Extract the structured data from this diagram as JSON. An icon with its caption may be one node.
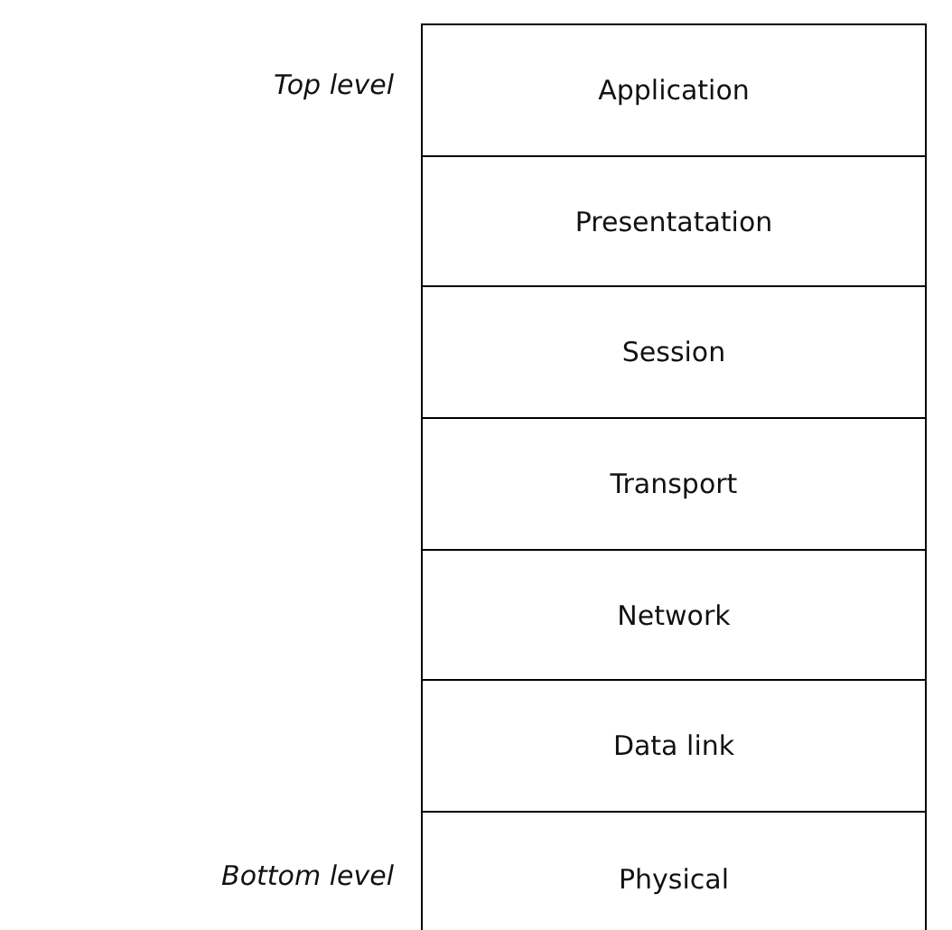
{
  "diagram": {
    "nodes": [
      {
        "text": [
          "Application"
        ]
      },
      {
        "text": [
          "Presentatation"
        ]
      },
      {
        "text": [
          "Session"
        ]
      },
      {
        "text": [
          "Transport"
        ]
      },
      {
        "text": [
          "Network"
        ]
      },
      {
        "text": [
          "Data link"
        ]
      },
      {
        "text": [
          "Physical"
        ]
      }
    ],
    "labels": [
      "Top level",
      "Bottom level"
    ]
  }
}
